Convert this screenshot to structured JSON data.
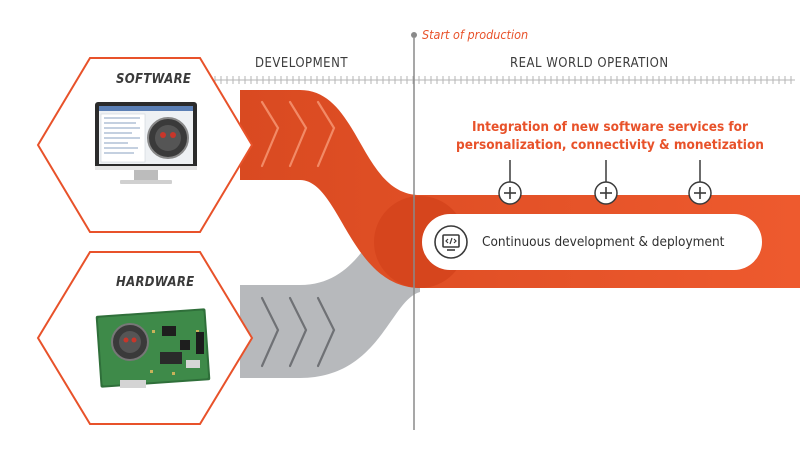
{
  "start_of_production": "Start of production",
  "phases": {
    "development": "DEVELOPMENT",
    "real_world_operation": "REAL WORLD OPERATION"
  },
  "software": {
    "label": "SOFTWARE",
    "icon": "computer-monitor-icon"
  },
  "hardware": {
    "label": "HARDWARE",
    "icon": "circuit-board-icon"
  },
  "integration": {
    "line1": "Integration of new software services for",
    "line2": "personalization, connectivity & monetization"
  },
  "plus_points": 3,
  "continuous": {
    "label": "Continuous development & deployment",
    "icon": "code-refresh-icon"
  },
  "colors": {
    "accent": "#e8522a",
    "accent_dark": "#d6451d",
    "gray_stream": "#b7b9bc",
    "text": "#333333"
  }
}
